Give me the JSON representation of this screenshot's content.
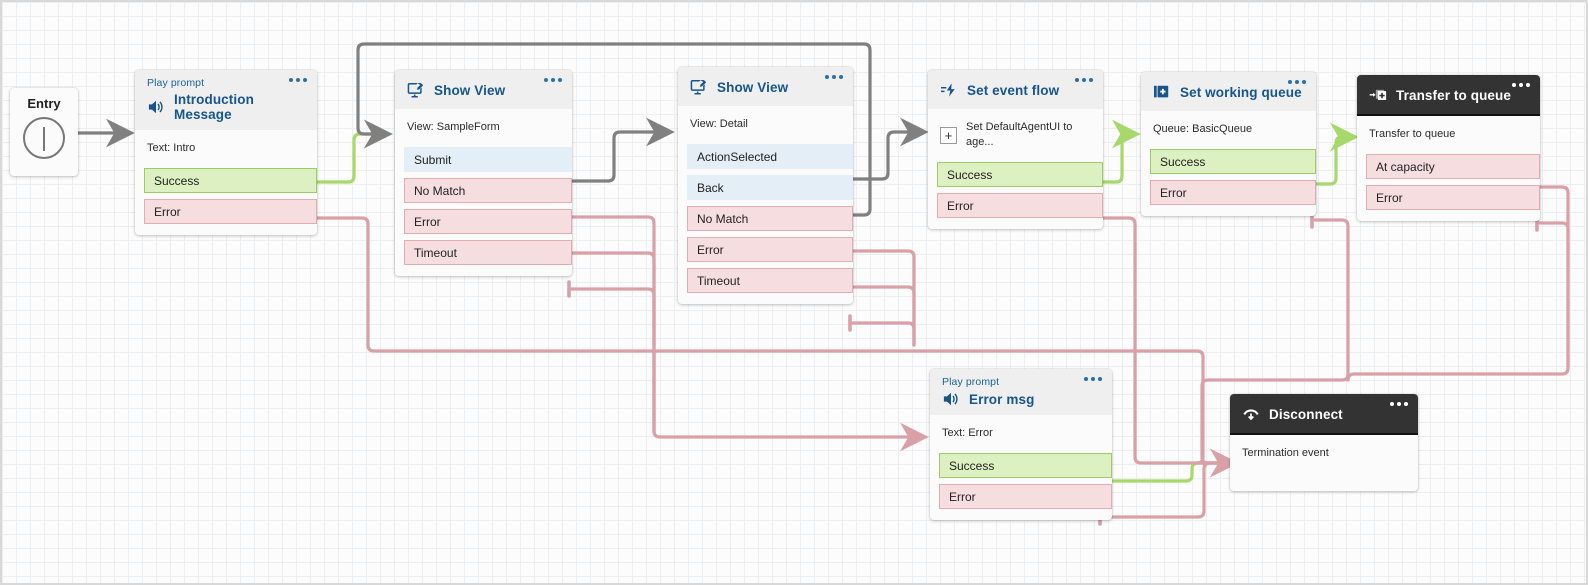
{
  "canvas": {
    "title": "Architect flow canvas",
    "background": "#fcfcfc",
    "grid": "on"
  },
  "colors": {
    "success": "#ddf0c2",
    "success_border": "#9dcc63",
    "error": "#f6dee0",
    "error_border": "#dfadb2",
    "info": "#e4eef6",
    "edge_success": "#a6d96a",
    "edge_error": "#d9a1a7",
    "edge_default": "#808080",
    "title_blue": "#17558c",
    "dark_header": "#333333"
  },
  "entry": {
    "label": "Entry",
    "icon": "start-event-icon"
  },
  "nodes": [
    {
      "id": "introduction-message",
      "kicker": "Play prompt",
      "title": "Introduction Message",
      "icon": "speaker-icon",
      "dark": false,
      "subtext": "Text: Intro",
      "ports": [
        {
          "label": "Success",
          "kind": "success"
        },
        {
          "label": "Error",
          "kind": "error"
        }
      ]
    },
    {
      "id": "show-view-sampleform",
      "kicker": "",
      "title": "Show View",
      "icon": "monitor-edit-icon",
      "dark": false,
      "subtext": "View: SampleForm",
      "ports": [
        {
          "label": "Submit",
          "kind": "info"
        },
        {
          "label": "No Match",
          "kind": "error"
        },
        {
          "label": "Error",
          "kind": "error"
        },
        {
          "label": "Timeout",
          "kind": "error"
        }
      ]
    },
    {
      "id": "show-view-detail",
      "kicker": "",
      "title": "Show View",
      "icon": "monitor-edit-icon",
      "dark": false,
      "subtext": "View: Detail",
      "ports": [
        {
          "label": "ActionSelected",
          "kind": "info"
        },
        {
          "label": "Back",
          "kind": "info"
        },
        {
          "label": "No Match",
          "kind": "error"
        },
        {
          "label": "Error",
          "kind": "error"
        },
        {
          "label": "Timeout",
          "kind": "error"
        }
      ]
    },
    {
      "id": "set-event-flow",
      "kicker": "",
      "title": "Set event flow",
      "icon": "event-flow-icon",
      "dark": false,
      "subtext": "Set DefaultAgentUI to age...",
      "subtext_has_plus": true,
      "ports": [
        {
          "label": "Success",
          "kind": "success"
        },
        {
          "label": "Error",
          "kind": "error"
        }
      ]
    },
    {
      "id": "set-working-queue",
      "kicker": "",
      "title": "Set working queue",
      "icon": "queue-plus-icon",
      "dark": false,
      "subtext": "Queue: BasicQueue",
      "ports": [
        {
          "label": "Success",
          "kind": "success"
        },
        {
          "label": "Error",
          "kind": "error"
        }
      ]
    },
    {
      "id": "transfer-to-queue",
      "kicker": "",
      "title": "Transfer to queue",
      "icon": "transfer-queue-icon",
      "dark": true,
      "subtext": "Transfer to queue",
      "ports": [
        {
          "label": "At capacity",
          "kind": "error"
        },
        {
          "label": "Error",
          "kind": "error"
        }
      ]
    },
    {
      "id": "error-msg",
      "kicker": "Play prompt",
      "title": "Error msg",
      "icon": "speaker-icon",
      "dark": false,
      "subtext": "Text: Error",
      "ports": [
        {
          "label": "Success",
          "kind": "success"
        },
        {
          "label": "Error",
          "kind": "error"
        }
      ]
    },
    {
      "id": "disconnect",
      "kicker": "",
      "title": "Disconnect",
      "icon": "disconnect-icon",
      "dark": true,
      "subtext": "Termination event",
      "ports": []
    }
  ],
  "menu": {
    "more_label": "..."
  }
}
